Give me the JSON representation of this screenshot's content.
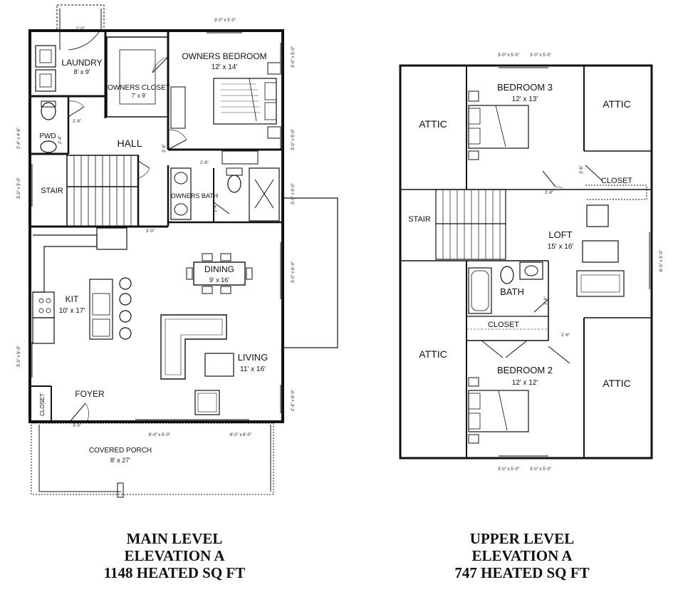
{
  "main_level": {
    "caption": [
      "MAIN LEVEL",
      "ELEVATION A",
      "1148 HEATED SQ FT"
    ],
    "rooms": {
      "laundry": {
        "name": "LAUNDRY",
        "size": "8' x 9'"
      },
      "owners_closet": {
        "name": "OWNERS CLOSET",
        "size": "7' x 9'"
      },
      "owners_bedroom": {
        "name": "OWNERS BEDROOM",
        "size": "12' x 14'"
      },
      "pwd": {
        "name": "PWD"
      },
      "hall": {
        "name": "HALL"
      },
      "stair": {
        "name": "STAIR"
      },
      "owners_bath": {
        "name": "OWNERS BATH"
      },
      "dining": {
        "name": "DINING",
        "size": "9' x 16'"
      },
      "kit": {
        "name": "KIT",
        "size": "10' x 17'"
      },
      "living": {
        "name": "LIVING",
        "size": "11' x 16'"
      },
      "foyer": {
        "name": "FOYER"
      },
      "closet": {
        "name": "CLOSET"
      },
      "covered_porch": {
        "name": "COVERED PORCH",
        "size": "8' x 27'"
      }
    },
    "dims": [
      "1'-0\"",
      "3'-0\" x 5'-0\"",
      "3'-0\" x 5'-0\"",
      "3'-0\" x 5'-0\"",
      "3'-0\" x 4'-0\"",
      "2'-8\"",
      "2'-4\"",
      "2'-6\"",
      "2'-6\"",
      "2'-4\"",
      "3'-0\"",
      "2'-4\" x 4'-6\"",
      "3'-0\" x 5'-0\"",
      "3'-0\" x 6'-0\"",
      "3'-0\" x 6'-0\"",
      "2'-4\" x 6'-0\"",
      "6'-0\" x 6'-0\"",
      "6'-0\" x 6'-0\"",
      "3'-0\""
    ]
  },
  "upper_level": {
    "caption": [
      "UPPER LEVEL",
      "ELEVATION A",
      "747 HEATED SQ FT"
    ],
    "rooms": {
      "attic_nw": {
        "name": "ATTIC"
      },
      "bedroom3": {
        "name": "BEDROOM 3",
        "size": "12' x 13'"
      },
      "attic_ne": {
        "name": "ATTIC"
      },
      "closet_ne": {
        "name": "CLOSET"
      },
      "stair": {
        "name": "STAIR"
      },
      "loft": {
        "name": "LOFT",
        "size": "15' x 16'"
      },
      "bath": {
        "name": "BATH"
      },
      "closet_mid": {
        "name": "CLOSET"
      },
      "attic_sw": {
        "name": "ATTIC"
      },
      "bedroom2": {
        "name": "BEDROOM 2",
        "size": "12' x 12'"
      },
      "attic_se": {
        "name": "ATTIC"
      }
    },
    "dims": [
      "3'-0\" x 5'-0\"",
      "3'-0\" x 5'-0\"",
      "2'-8\"",
      "2'-6\"",
      "2'-6\"",
      "2'-6\"",
      "6'-0\" x 5'-0\"",
      "3'-0\" x 5'-0\"",
      "3'-0\" x 5'-0\""
    ]
  }
}
